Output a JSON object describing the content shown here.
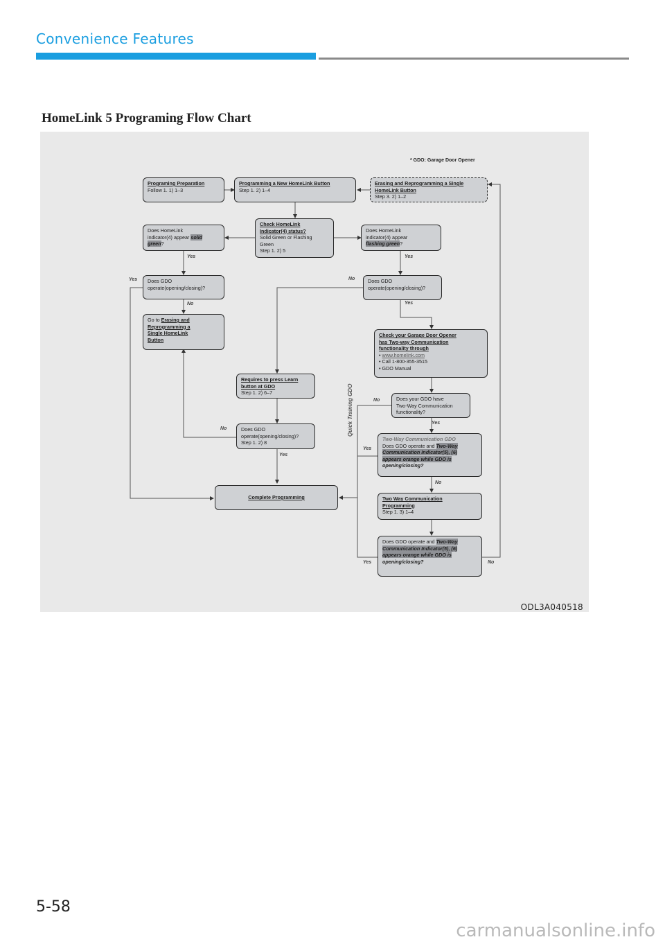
{
  "header": {
    "section": "Convenience Features",
    "accent_color": "#1a9ee0"
  },
  "figure": {
    "title": "HomeLink 5 Programing Flow Chart",
    "footnote": "* GDO: Garage Door Opener",
    "code": "ODL3A040518",
    "boxes": {
      "prep": {
        "title": "Programing Preparation",
        "l1": "Follow 1. 1) 1–3"
      },
      "newbtn": {
        "title": "Programming a New HomeLink Button",
        "l1": "Step 1. 2) 1–4"
      },
      "erase": {
        "title1": "Erasing and Reprogramming a Single",
        "title2": "HomeLink Button",
        "l1": "Step 3. 2) 1–2"
      },
      "solid": {
        "l1": "Does HomeLink",
        "l2a": "indicator(4) appear ",
        "l2b": "solid",
        "l3a": "green",
        "l3b": "?"
      },
      "check": {
        "t1": "Check HomeLink",
        "t2": "Indicator(4) status?",
        "l1": "Solid Green or Flashing",
        "l2": "Green",
        "l3": "Step 1. 2) 5"
      },
      "flash": {
        "l1": "Does HomeLink",
        "l2": "indicator(4) appear",
        "l3a": "flashing green",
        "l3b": "?"
      },
      "gdo_left": {
        "l1": "Does GDO",
        "l2": "operate(opening/closing)?"
      },
      "gdo_right": {
        "l1": "Does GDO",
        "l2": "operate(opening/closing)?"
      },
      "goto": {
        "l1a": "Go to ",
        "l1b": "Erasing and",
        "l2": "Reprogramming a",
        "l3": "Single HomeLink",
        "l4": "Button"
      },
      "checkgdo": {
        "t1": "Check your Garage Door Opener",
        "t2": "has Two-way Communication",
        "t3": "functionality through",
        "b1a": "•  ",
        "b1b": "www.homelink.com",
        "b2": "•  Call 1-800-355-3515",
        "b3": "•  GDO Manual"
      },
      "learn": {
        "t1": "Requires to press Learn",
        "t2": "button at GDO",
        "l1": "Step 1. 2) 6–7"
      },
      "twoway_q": {
        "l1": "Does your GDO have",
        "l2": "Two-Way Communication",
        "l3": "functionality?"
      },
      "gdo_mid": {
        "l1": "Does GDO",
        "l2": "operate(opening/closing)?",
        "l3": "Step 1. 2) 8"
      },
      "twoway_gdo": {
        "head": "Two-Way Communication GDO",
        "l1a": "Does GDO operate and ",
        "l1b": "Two-Way",
        "l2": "Communication Indicator(5), (6)",
        "l3": "appears orange while GDO is",
        "l4": "opening/closing?"
      },
      "complete": {
        "title": "Complete Programming"
      },
      "twoway_prog": {
        "t1": "Two Way Communication",
        "t2": "Programming",
        "l1": "Step 1. 3) 1–4"
      },
      "final": {
        "l1a": "Does GDO operate and ",
        "l1b": "Two-Way",
        "l2": "Communication Indicator(5), (6)",
        "l3": "appears orange while GDO is",
        "l4": "opening/closing?"
      }
    },
    "labels": {
      "yes_solid": "Yes",
      "yes_flash": "Yes",
      "yes_left": "Yes",
      "no_left": "No",
      "no_right": "No",
      "yes_right": "Yes",
      "no_twoway": "No",
      "yes_twoway": "Yes",
      "no_mid": "No",
      "yes_mid": "Yes",
      "yes_qt": "Yes",
      "no_twogdo": "No",
      "yes_final": "Yes",
      "no_final": "No",
      "quick_training": "Quick Training GDO"
    }
  },
  "footer": {
    "page": "5-58",
    "watermark": "carmanualsonline.info"
  }
}
